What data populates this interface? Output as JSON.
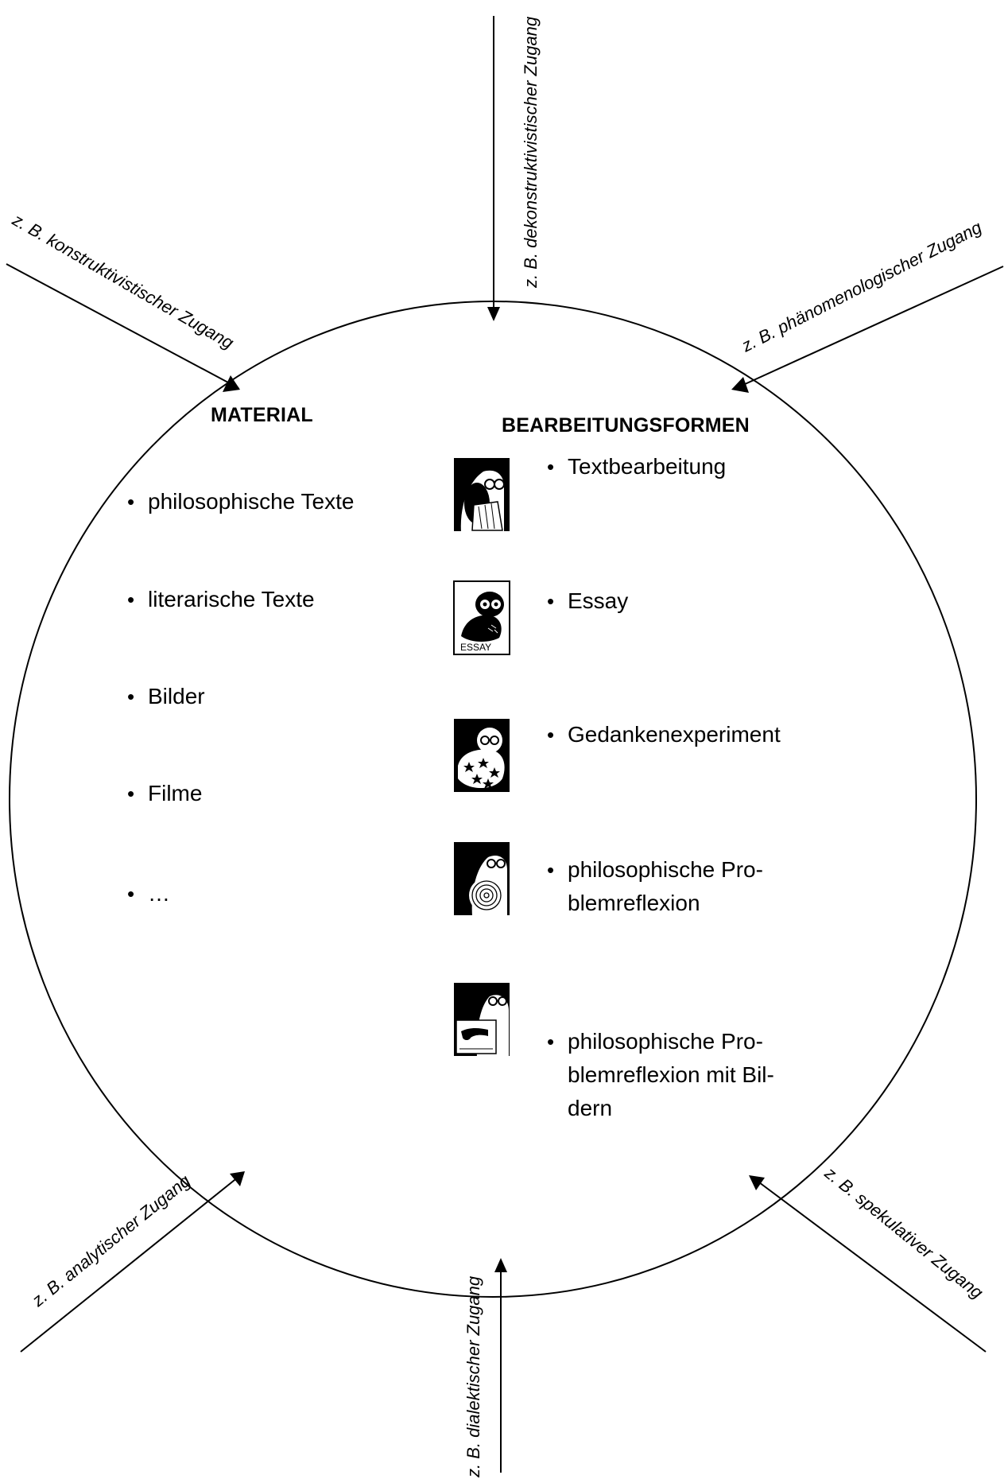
{
  "diagram": {
    "accesses": [
      {
        "id": "konstruktivistisch",
        "label": "z. B. konstruktivistischer Zugang"
      },
      {
        "id": "dekonstruktivistisch",
        "label": "z. B. dekonstruktivistischer Zugang"
      },
      {
        "id": "phaenomenologisch",
        "label": "z. B. phänomenologischer Zugang"
      },
      {
        "id": "analytisch",
        "label": "z. B. analytischer Zugang"
      },
      {
        "id": "dialektisch",
        "label": "z. B. dialektischer Zugang"
      },
      {
        "id": "spekulativ",
        "label": "z. B. spekulativer Zugang"
      }
    ],
    "material": {
      "heading": "MATERIAL",
      "items": [
        "philosophische Texte",
        "literarische Texte",
        "Bilder",
        "Filme",
        "…"
      ]
    },
    "forms": {
      "heading": "BEARBEITUNGSFORMEN",
      "items": [
        {
          "label": "Textbearbeitung",
          "icon": "owl-book-icon"
        },
        {
          "label": "Essay",
          "icon": "owl-essay-icon",
          "icon_caption": "ESSAY"
        },
        {
          "label": "Gedankenexperiment",
          "icon": "owl-stars-icon"
        },
        {
          "label": "philosophische Pro-",
          "label2": "blemreflexion",
          "icon": "owl-spiral-icon"
        },
        {
          "label": "philosophische Pro-",
          "label2": "blemreflexion mit Bil-",
          "label3": "dern",
          "icon": "owl-pipe-icon"
        }
      ]
    },
    "bullet_symbol": "•"
  }
}
